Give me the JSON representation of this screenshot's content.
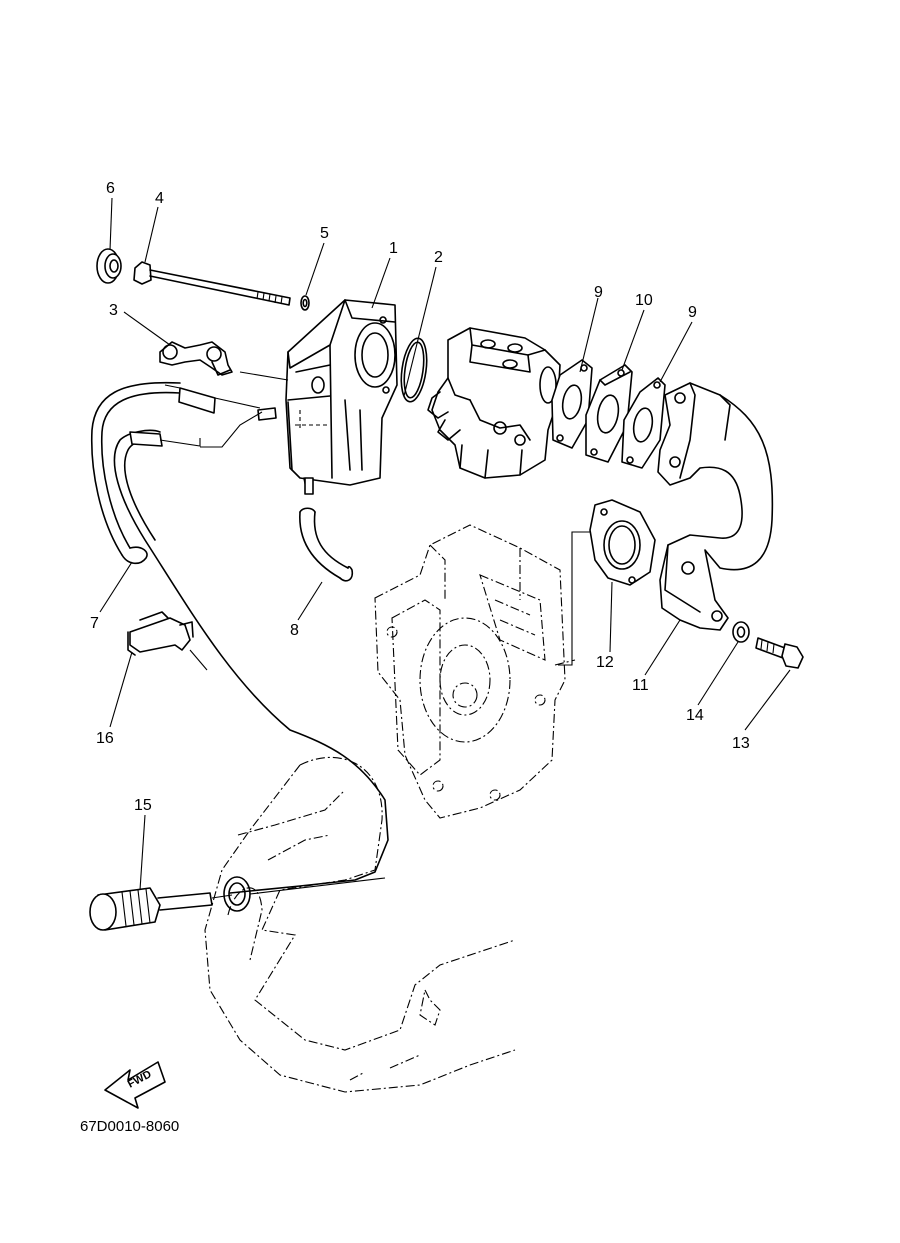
{
  "callouts": {
    "c1": "1",
    "c2": "2",
    "c3": "3",
    "c4": "4",
    "c5": "5",
    "c6": "6",
    "c7": "7",
    "c8": "8",
    "c9a": "9",
    "c9b": "9",
    "c10": "10",
    "c11": "11",
    "c12": "12",
    "c13": "13",
    "c14": "14",
    "c15": "15",
    "c16": "16"
  },
  "fwd_label": "FWD",
  "diagram_code": "67D0010-8060",
  "colors": {
    "line": "#000000",
    "background": "#ffffff"
  }
}
